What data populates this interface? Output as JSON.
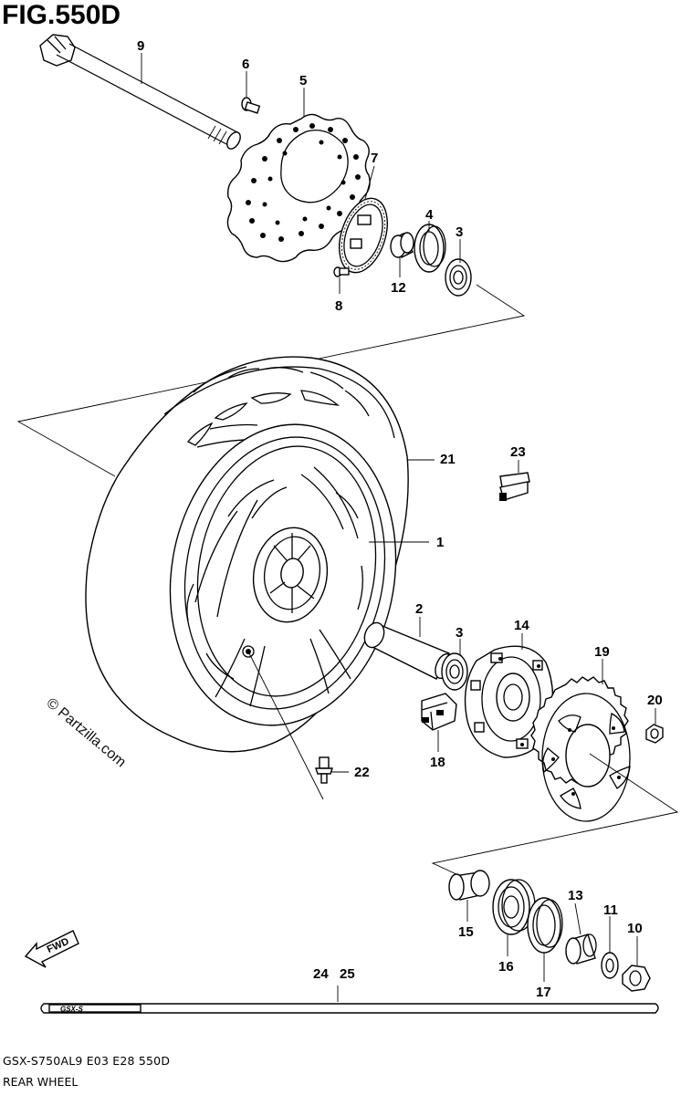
{
  "figure": {
    "title": "FIG.550D",
    "model_code": "GSX-S750AL9  E03  E28  550D",
    "section_name": "REAR WHEEL",
    "watermark": "© Partzilla.com",
    "direction_label": "FWD",
    "rim_logo": "GSX-S"
  },
  "callouts": [
    {
      "id": "c1",
      "label": "1"
    },
    {
      "id": "c2",
      "label": "2"
    },
    {
      "id": "c3a",
      "label": "3"
    },
    {
      "id": "c3b",
      "label": "3"
    },
    {
      "id": "c4",
      "label": "4"
    },
    {
      "id": "c5",
      "label": "5"
    },
    {
      "id": "c6",
      "label": "6"
    },
    {
      "id": "c7",
      "label": "7"
    },
    {
      "id": "c8",
      "label": "8"
    },
    {
      "id": "c9",
      "label": "9"
    },
    {
      "id": "c10",
      "label": "10"
    },
    {
      "id": "c11",
      "label": "11"
    },
    {
      "id": "c12",
      "label": "12"
    },
    {
      "id": "c13",
      "label": "13"
    },
    {
      "id": "c14",
      "label": "14"
    },
    {
      "id": "c15",
      "label": "15"
    },
    {
      "id": "c16",
      "label": "16"
    },
    {
      "id": "c17",
      "label": "17"
    },
    {
      "id": "c18",
      "label": "18"
    },
    {
      "id": "c19",
      "label": "19"
    },
    {
      "id": "c20",
      "label": "20"
    },
    {
      "id": "c21",
      "label": "21"
    },
    {
      "id": "c22",
      "label": "22"
    },
    {
      "id": "c23",
      "label": "23"
    },
    {
      "id": "c24",
      "label": "24"
    },
    {
      "id": "c25",
      "label": "25"
    }
  ]
}
